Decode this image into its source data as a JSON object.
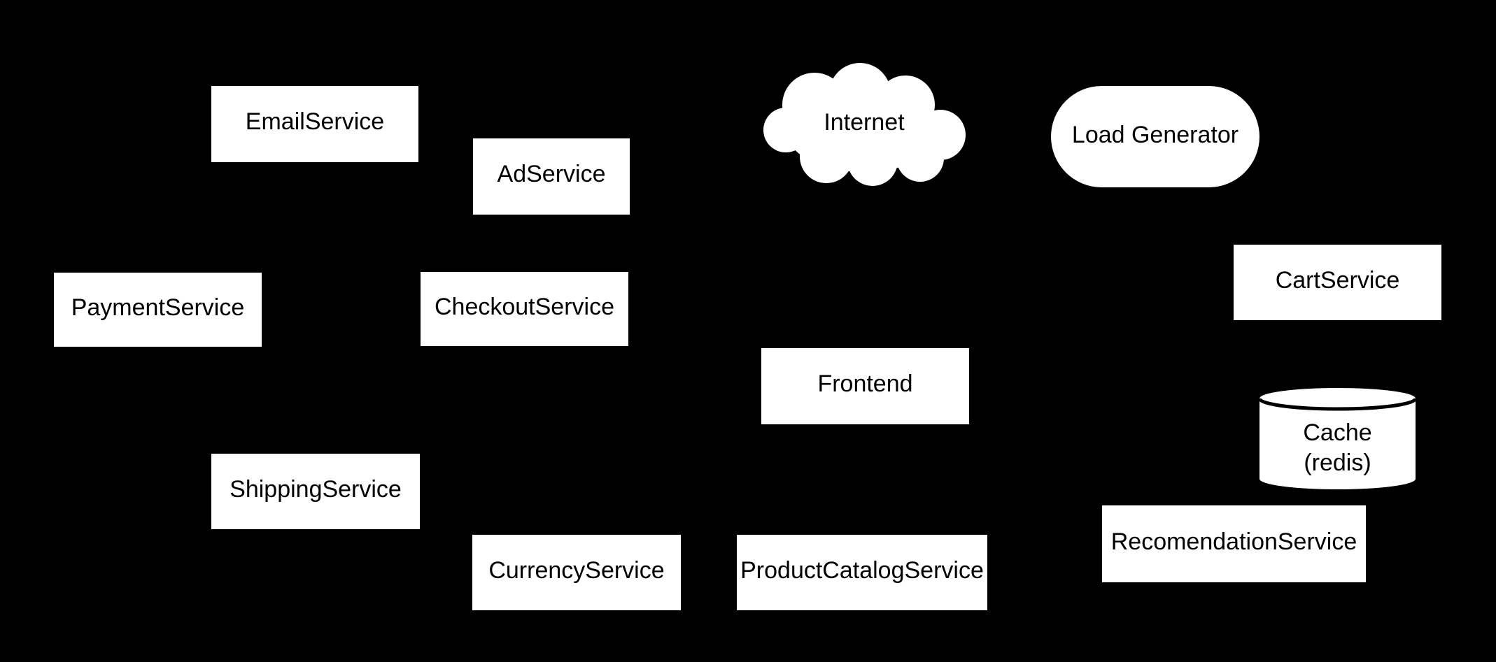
{
  "diagram": {
    "type": "architecture-diagram",
    "colors": {
      "background": "#000000",
      "node_fill": "#ffffff",
      "node_text": "#000000",
      "cylinder_rim": "#000000"
    },
    "nodes": {
      "email": {
        "label": "EmailService",
        "shape": "rectangle"
      },
      "ad": {
        "label": "AdService",
        "shape": "rectangle"
      },
      "internet": {
        "label": "Internet",
        "shape": "cloud"
      },
      "load_generator": {
        "label": "Load Generator",
        "shape": "stadium"
      },
      "payment": {
        "label": "PaymentService",
        "shape": "rectangle"
      },
      "checkout": {
        "label": "CheckoutService",
        "shape": "rectangle"
      },
      "cart": {
        "label": "CartService",
        "shape": "rectangle"
      },
      "frontend": {
        "label": "Frontend",
        "shape": "rectangle"
      },
      "cache": {
        "label_line1": "Cache",
        "label_line2": "(redis)",
        "shape": "cylinder"
      },
      "shipping": {
        "label": "ShippingService",
        "shape": "rectangle"
      },
      "recommendation": {
        "label": "RecomendationService",
        "shape": "rectangle"
      },
      "currency": {
        "label": "CurrencyService",
        "shape": "rectangle"
      },
      "product_catalog": {
        "label": "ProductCatalogService",
        "shape": "rectangle"
      }
    }
  }
}
